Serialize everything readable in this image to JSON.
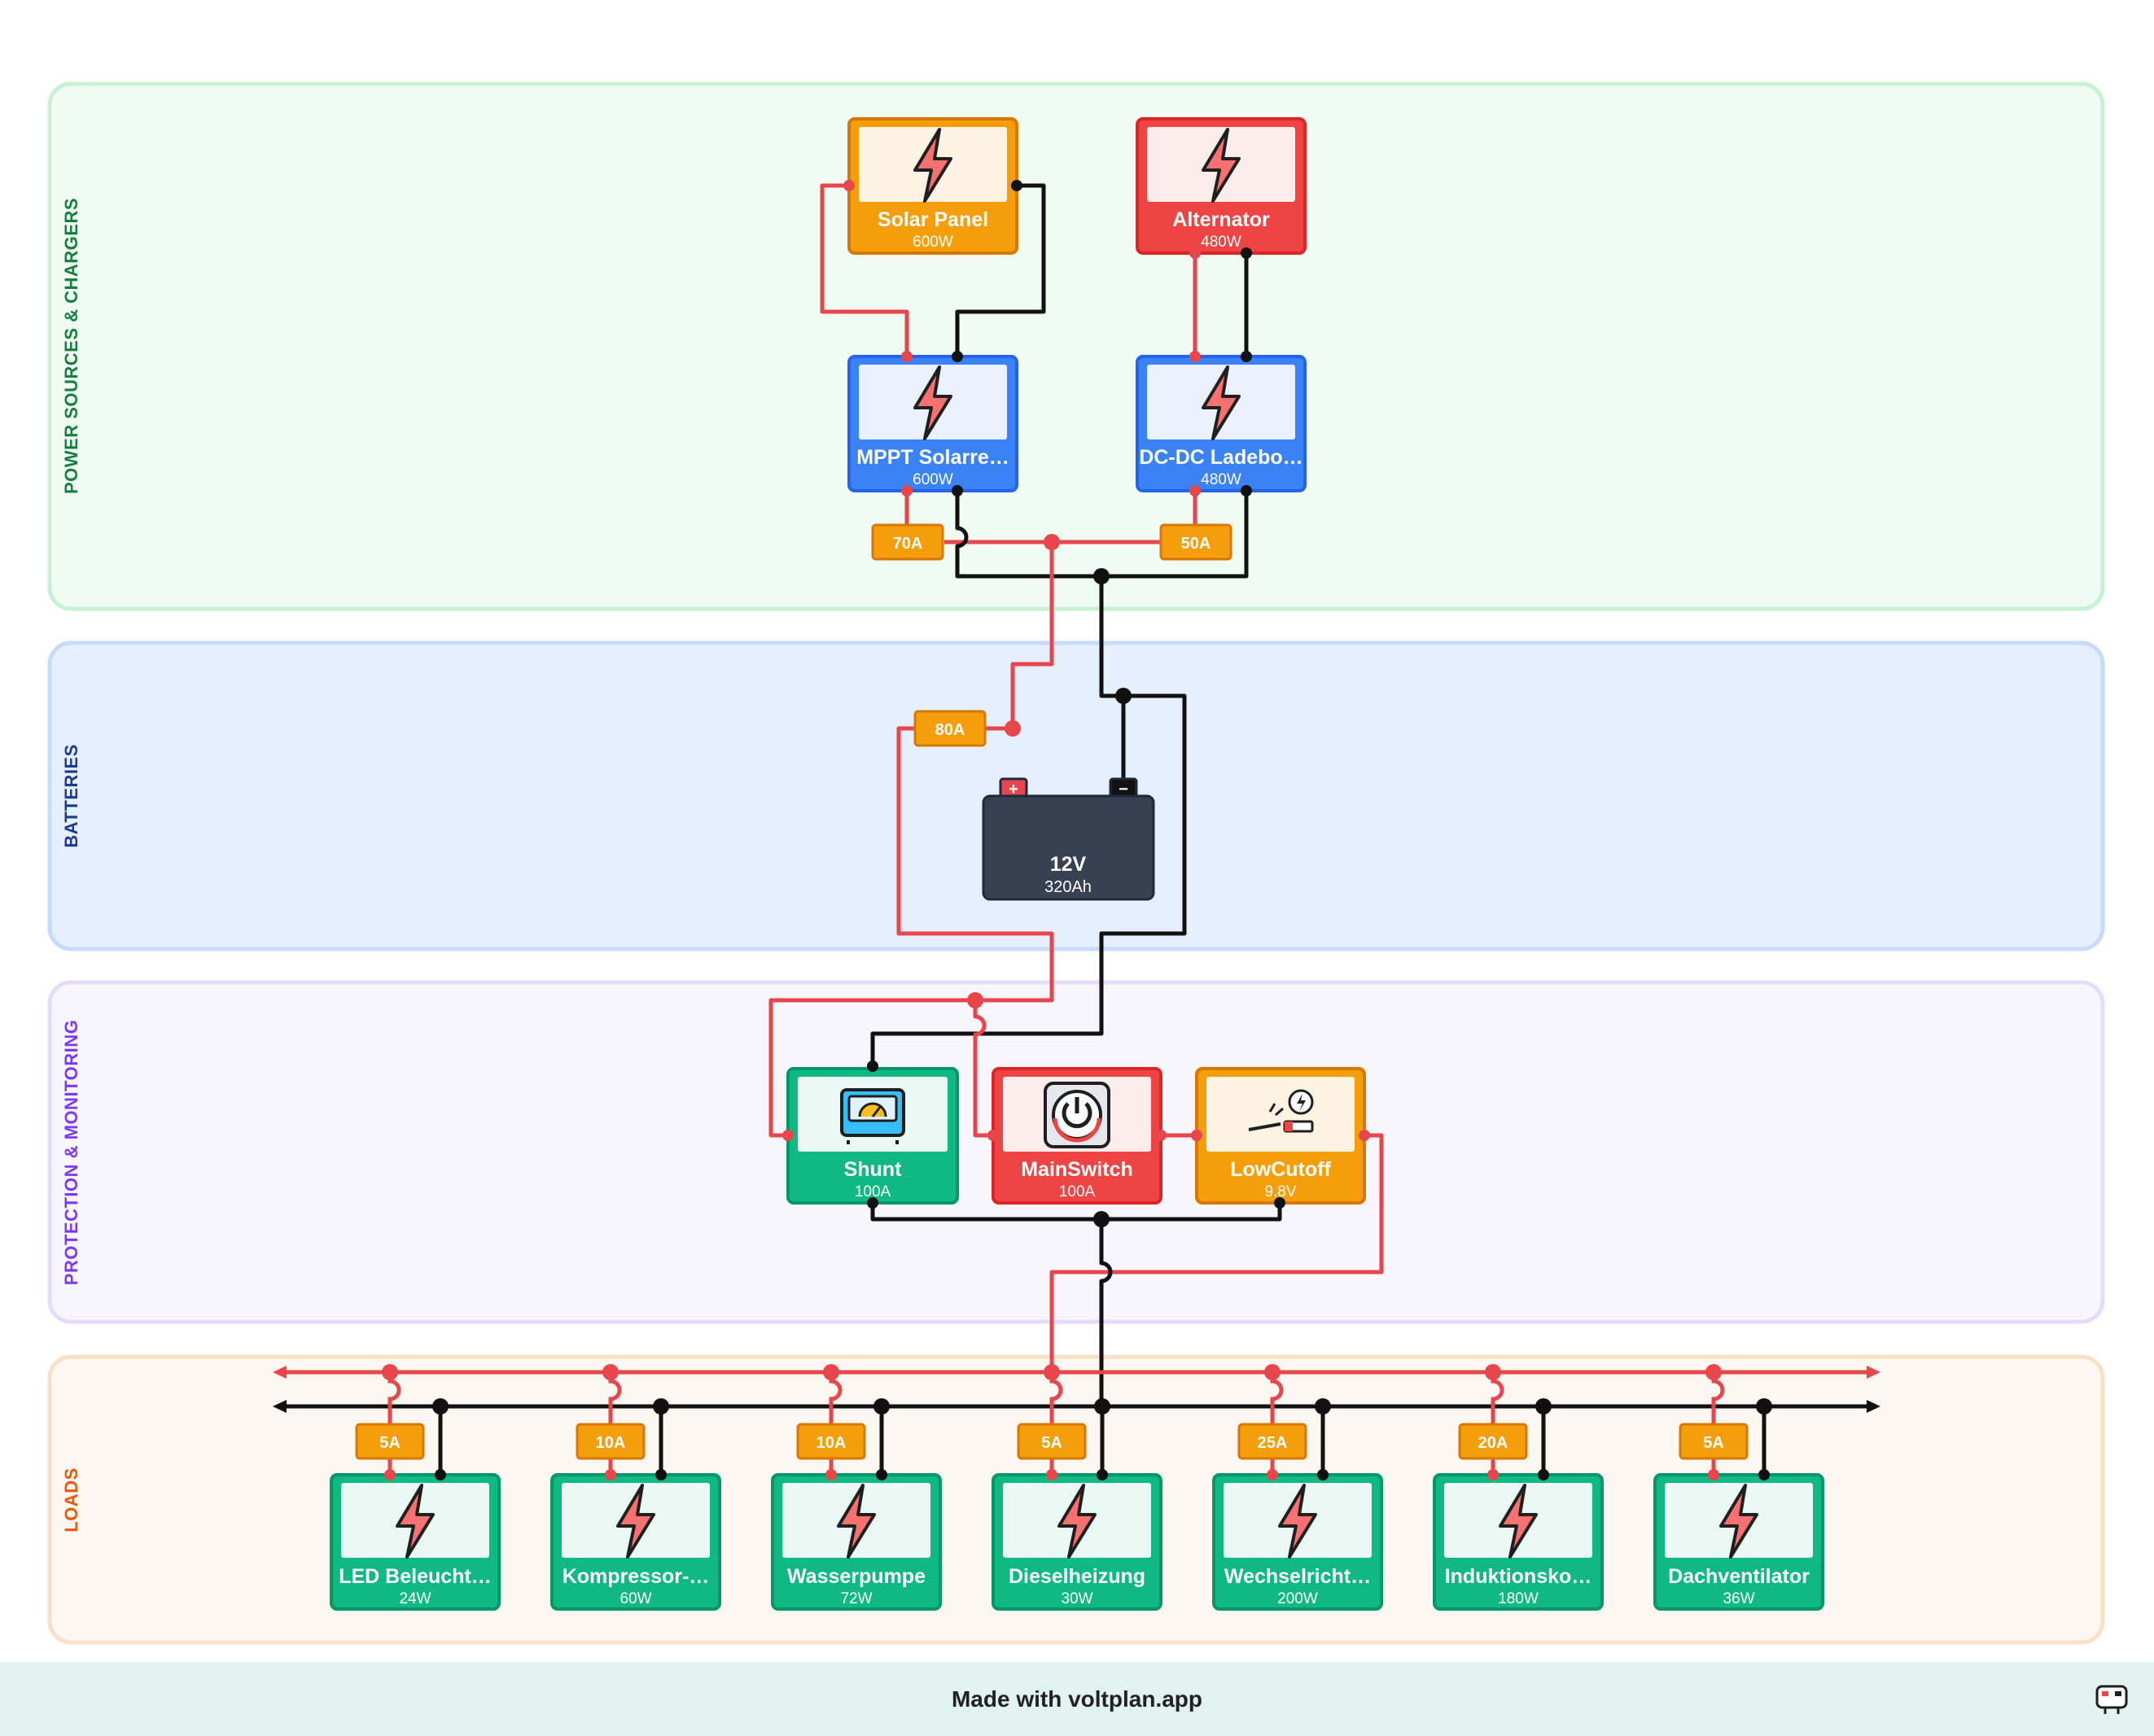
{
  "colors": {
    "positive": "#e8464d",
    "negative": "#111111",
    "fuse": "#f59e0b",
    "charger": "#3b82f6",
    "solar": "#f59e0b",
    "alternator": "#ef4444",
    "load": "#10b981",
    "battery": "#374151"
  },
  "zones": [
    {
      "label": "POWER SOURCES & CHARGERS",
      "color": "#15803d",
      "fill": "#f0fbf3",
      "stroke": "#c6f1d3"
    },
    {
      "label": "BATTERIES",
      "color": "#1e3a8a",
      "fill": "#e5effd",
      "stroke": "#c6dbfa"
    },
    {
      "label": "PROTECTION & MONITORING",
      "color": "#7c3aed",
      "fill": "#f7f5fe",
      "stroke": "#e5dcfc"
    },
    {
      "label": "LOADS",
      "color": "#ea580c",
      "fill": "#fdf7f1",
      "stroke": "#f9e1c6"
    }
  ],
  "sources": [
    {
      "name": "Solar Panel",
      "value": "600W",
      "icon": "bolt-icon"
    },
    {
      "name": "Alternator",
      "value": "480W",
      "icon": "bolt-icon"
    }
  ],
  "chargers": [
    {
      "name": "MPPT Solarre…",
      "value": "600W",
      "icon": "bolt-icon"
    },
    {
      "name": "DC-DC Ladebo…",
      "value": "480W",
      "icon": "bolt-icon"
    }
  ],
  "charger_fuses": [
    "70A",
    "50A"
  ],
  "battery": {
    "voltage": "12V",
    "capacity": "320Ah",
    "plus": "+",
    "minus": "−",
    "fuse": "80A"
  },
  "protection": [
    {
      "name": "Shunt",
      "value": "100A",
      "icon": "shunt-meter-icon"
    },
    {
      "name": "MainSwitch",
      "value": "100A",
      "icon": "power-switch-icon"
    },
    {
      "name": "LowCutoff",
      "value": "9.8V",
      "icon": "low-voltage-cutoff-icon"
    }
  ],
  "loads": [
    {
      "name": "LED Beleucht…",
      "value": "24W",
      "fuse": "5A"
    },
    {
      "name": "Kompressor-…",
      "value": "60W",
      "fuse": "10A"
    },
    {
      "name": "Wasserpumpe",
      "value": "72W",
      "fuse": "10A"
    },
    {
      "name": "Dieselheizung",
      "value": "30W",
      "fuse": "5A"
    },
    {
      "name": "Wechselricht…",
      "value": "200W",
      "fuse": "25A"
    },
    {
      "name": "Induktionsko…",
      "value": "180W",
      "fuse": "20A"
    },
    {
      "name": "Dachventilator",
      "value": "36W",
      "fuse": "5A"
    }
  ],
  "footer": {
    "text": "Made with voltplan.app",
    "icon": "voltplan-logo-icon"
  }
}
